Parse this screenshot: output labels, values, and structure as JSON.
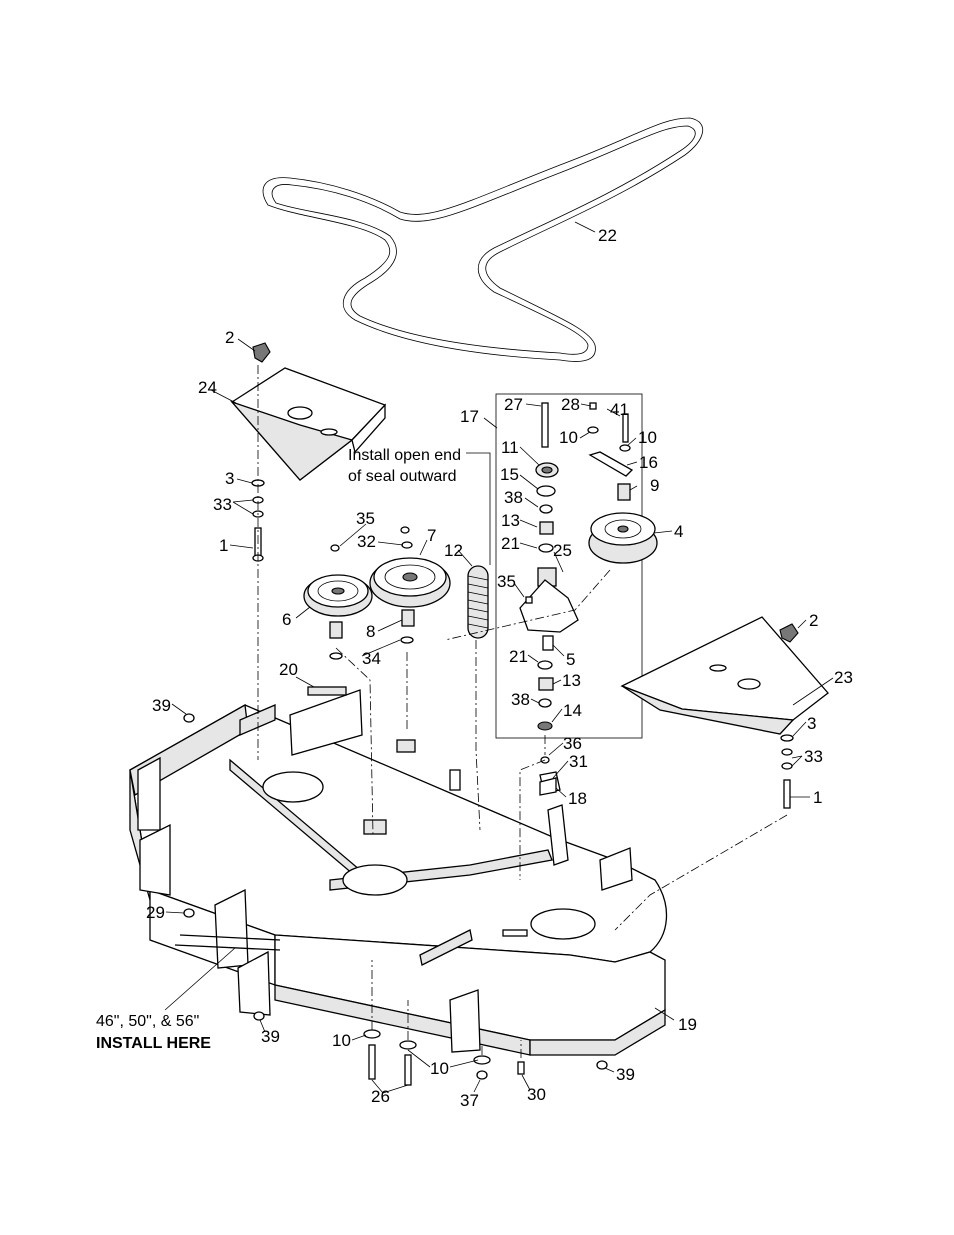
{
  "callouts": {
    "c22": "22",
    "c2a": "2",
    "c24": "24",
    "c17": "17",
    "c27": "27",
    "c28": "28",
    "c41": "41",
    "c10a": "10",
    "c10b": "10",
    "c11": "11",
    "c16": "16",
    "c15": "15",
    "c9": "9",
    "c38a": "38",
    "c13a": "13",
    "c4": "4",
    "c21a": "21",
    "c25": "25",
    "c35a": "35",
    "c7": "7",
    "c32": "32",
    "c12": "12",
    "c35b": "35",
    "c3a": "3",
    "c33a": "33",
    "c1a": "1",
    "c6": "6",
    "c8": "8",
    "c34": "34",
    "c2b": "2",
    "c21b": "21",
    "c5": "5",
    "c23": "23",
    "c13b": "13",
    "c38b": "38",
    "c14": "14",
    "c20": "20",
    "c39a": "39",
    "c3b": "3",
    "c36": "36",
    "c33b": "33",
    "c31": "31",
    "c18": "18",
    "c1b": "1",
    "c29": "29",
    "c19": "19",
    "c39b": "39",
    "c10c": "10",
    "c10d": "10",
    "c39c": "39",
    "c26": "26",
    "c37": "37",
    "c30": "30"
  },
  "notes": {
    "seal_line1": "Install open end",
    "seal_line2": "of seal outward",
    "install_line1": "46\", 50\", & 56\"",
    "install_line2": "INSTALL HERE"
  }
}
